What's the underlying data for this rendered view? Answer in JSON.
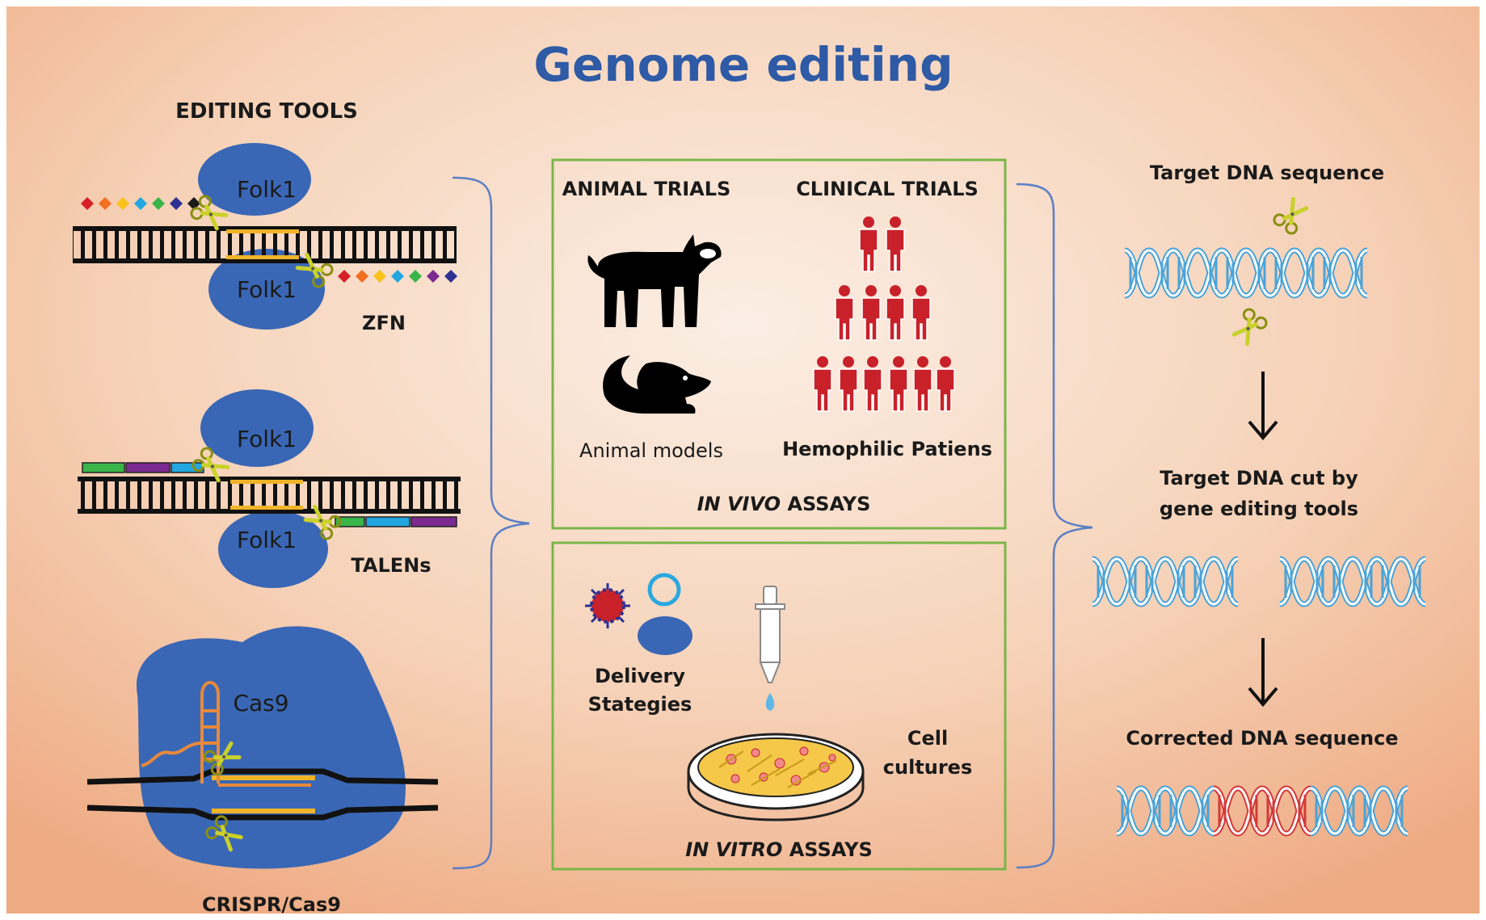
{
  "title": "Genome editing",
  "editing_tools": {
    "heading": "EDITING TOOLS",
    "zfn": {
      "label": "ZFN",
      "top_domain": "Folk1",
      "bottom_domain": "Folk1"
    },
    "talens": {
      "label": "TALENs",
      "top_domain": "Folk1",
      "bottom_domain": "Folk1"
    },
    "crispr": {
      "label": "CRISPR/Cas9",
      "protein": "Cas9"
    }
  },
  "in_vivo": {
    "animal_trials": "ANIMAL TRIALS",
    "clinical_trials": "CLINICAL TRIALS",
    "animal_models": "Animal models",
    "patients": "Hemophilic Patiens",
    "assay_italic": "IN VIVO",
    "assay_rest": " ASSAYS"
  },
  "in_vitro": {
    "delivery_line1": "Delivery",
    "delivery_line2": "Stategies",
    "cell_line1": "Cell",
    "cell_line2": "cultures",
    "assay_italic": "IN VITRO",
    "assay_rest": " ASSAYS"
  },
  "process": {
    "target": "Target DNA sequence",
    "cut_line1": "Target DNA cut by",
    "cut_line2": "gene editing tools",
    "corrected": "Corrected DNA sequence"
  },
  "colors": {
    "title": "#2e5aa6",
    "protein": "#3a67b5",
    "box_border": "#7ab648",
    "dna_helix": "#4aa3d8",
    "corrected_segment": "#d23a3a",
    "patients": "#c8212a",
    "guide_rna": "#e8893a",
    "dna_highlight": "#f0b429"
  },
  "icons": [
    "scissors-icon",
    "dog-icon",
    "rat-icon",
    "person-icon",
    "virus-icon",
    "pipette-icon",
    "petri-dish-icon",
    "dna-helix-icon",
    "arrow-down-icon"
  ]
}
